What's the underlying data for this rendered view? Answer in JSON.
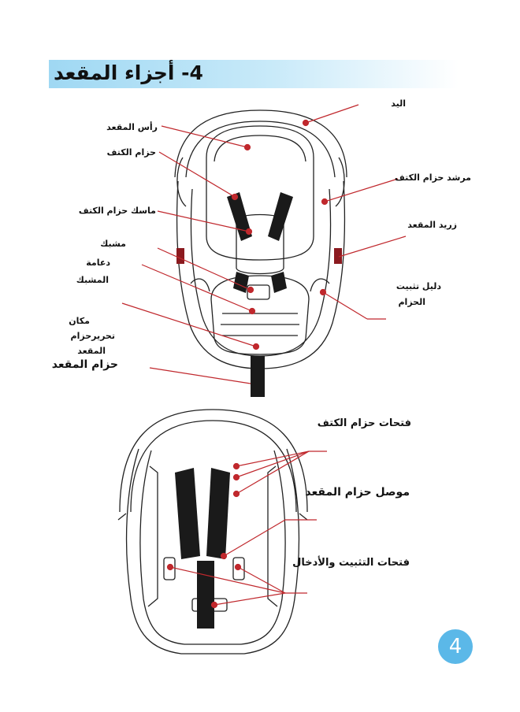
{
  "title": "4- أجزاء المقعد",
  "top_labels": {
    "handle": "اليد",
    "headrest": "رأس المقعد",
    "shoulder_belt": "حزام الكتف",
    "shoulder_belt_guide": "مرشد حزام الكتف",
    "shoulder_belt_holder": "ماسك حزام الكتف",
    "seat_button": "زريد المقعد",
    "buckle": "مشبك",
    "buckle_support_1": "دعامة",
    "buckle_support_2": "المشبك",
    "belt_guide_1": "دليل تثبيت",
    "belt_guide_2": "الحزام",
    "release_1": "مكان",
    "release_2": "تحريرحزام",
    "release_3": "المقعد",
    "seat_belt": "حزام المقعد"
  },
  "bottom_labels": {
    "shoulder_belt_slots": "فتحات حزام الكتف",
    "seat_belt_connector": "موصل حزام المقعد",
    "fixing_slots": "فتحات التثبيت والأدخال"
  },
  "page_number": "4",
  "colors": {
    "accent": "#c0282d",
    "title_bar": "#9fd8f3",
    "page_badge": "#5bb8e8"
  }
}
